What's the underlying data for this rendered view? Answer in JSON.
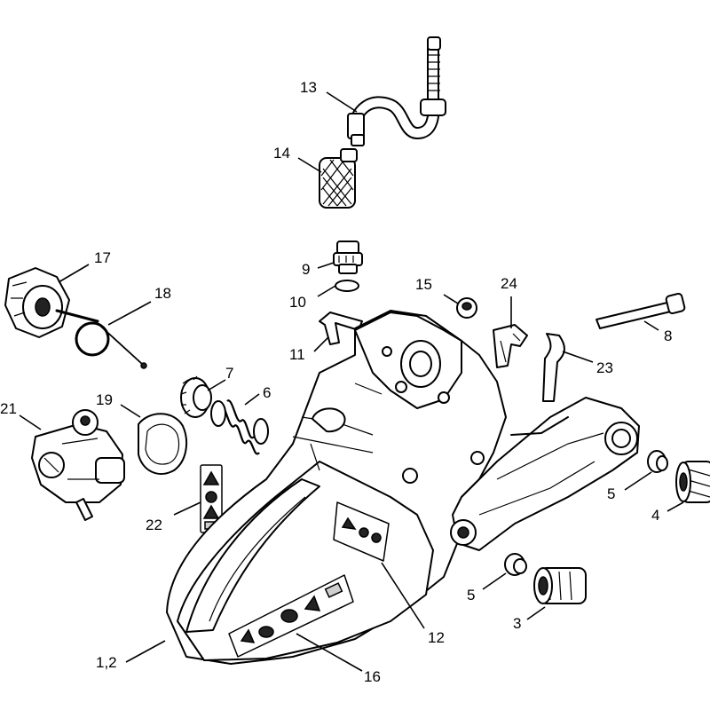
{
  "callouts": {
    "c1_2": "1,2",
    "c3": "3",
    "c4": "4",
    "c5a": "5",
    "c5b": "5",
    "c6": "6",
    "c7": "7",
    "c8": "8",
    "c9": "9",
    "c10": "10",
    "c11": "11",
    "c12": "12",
    "c13": "13",
    "c14": "14",
    "c15": "15",
    "c16": "16",
    "c17": "17",
    "c18": "18",
    "c19": "19",
    "c21": "21",
    "c22": "22",
    "c23": "23",
    "c24": "24"
  }
}
